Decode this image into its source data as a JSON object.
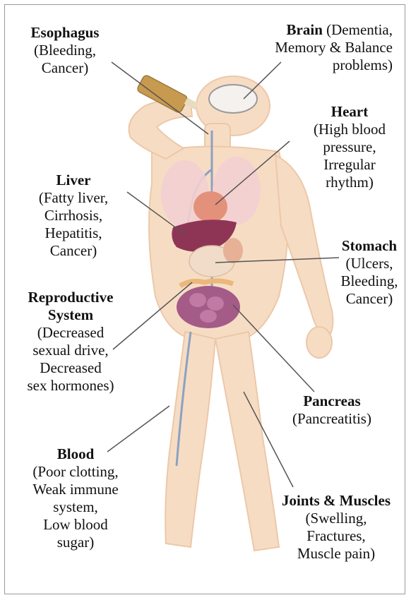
{
  "labels": {
    "esophagus": {
      "title": "Esophagus",
      "desc": "(Bleeding,\nCancer)"
    },
    "brain": {
      "title": "Brain",
      "desc": "(Dementia,\nMemory & Balance\nproblems)"
    },
    "heart": {
      "title": "Heart",
      "desc": "(High blood\npressure,\nIrregular\nrhythm)"
    },
    "liver": {
      "title": "Liver",
      "desc": "(Fatty liver,\nCirrhosis,\nHepatitis,\nCancer)"
    },
    "stomach": {
      "title": "Stomach",
      "desc": "(Ulcers,\nBleeding,\nCancer)"
    },
    "reproductive": {
      "title": "Reproductive\nSystem",
      "desc": "(Decreased\nsexual drive,\nDecreased\nsex hormones)"
    },
    "pancreas": {
      "title": "Pancreas",
      "desc": "(Pancreatitis)"
    },
    "blood": {
      "title": "Blood",
      "desc": "(Poor clotting,\nWeak immune\nsystem,\nLow blood\nsugar)"
    },
    "joints": {
      "title": "Joints & Muscles",
      "desc": "(Swelling,\nFractures,\nMuscle pain)"
    }
  },
  "colors": {
    "skin": "#f7dcc4",
    "skin_edge": "#e9c3a3",
    "lung": "#f2cfd2",
    "heart": "#e4917c",
    "liver": "#8e3556",
    "stomach": "#f0dcc8",
    "intestine": "#a45b87",
    "brain": "#f4f1ee",
    "bottle": "#c89a4f",
    "leader": "#555555",
    "vessel": "#8aa2c0"
  }
}
